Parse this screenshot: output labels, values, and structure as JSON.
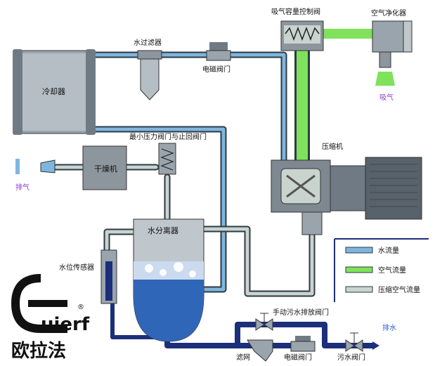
{
  "colors": {
    "water": "#7fb6dd",
    "air": "#7fe25a",
    "compressed": "#c9d4cf",
    "pipe_outline": "#2d3a45",
    "dark_water": "#1b2f7a",
    "label_blue": "#2a5bd7"
  },
  "labels": {
    "intake_valve": "吸气容量控制阀",
    "air_filter": "空气净化器",
    "intake": "吸气",
    "water_filter": "水过滤器",
    "solenoid_valve_top": "电磁阀门",
    "cooler": "冷却器",
    "min_pressure_valve": "最小压力阀门与止回阀门",
    "compressor": "压缩机",
    "exhaust": "排气",
    "dryer": "干燥机",
    "separator": "水分离器",
    "level_sensor": "水位传感器",
    "manual_drain_valve": "手动污水排放阀门",
    "drain": "排水",
    "strainer": "滤网",
    "solenoid_valve_bottom": "电磁阀门",
    "sewage_valve": "污水阀门"
  },
  "legend": [
    {
      "label": "水流量",
      "kind": "water"
    },
    {
      "label": "空气流量",
      "kind": "air"
    },
    {
      "label": "压缩空气流量",
      "kind": "compressed"
    }
  ],
  "logo": {
    "brand": "uierf",
    "brand_cn": "欧拉法",
    "registered": "®"
  }
}
